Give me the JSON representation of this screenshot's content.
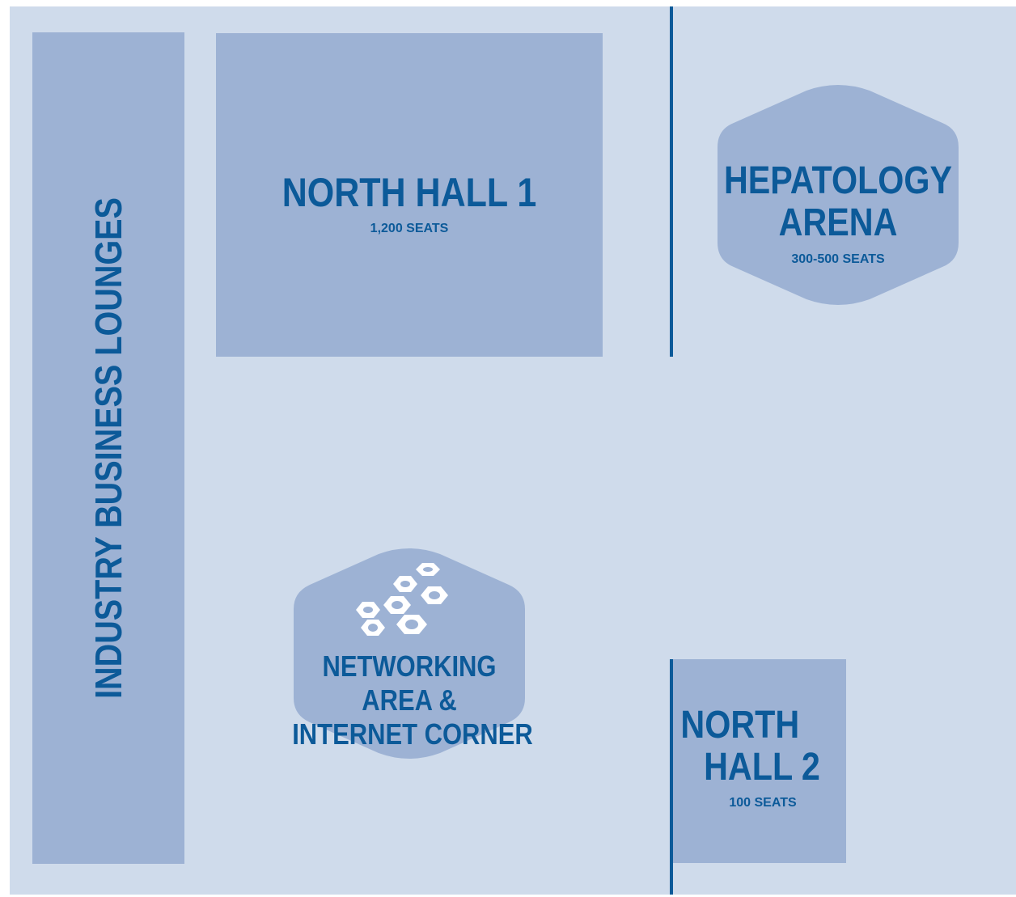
{
  "colors": {
    "floor": "#cfdbeb",
    "zone": "#9db2d4",
    "text": "#0c5a99",
    "wall": "#0c5a99",
    "icon": "#ffffff"
  },
  "zones": {
    "lounges": {
      "name": "INDUSTRY BUSINESS LOUNGES"
    },
    "north_hall_1": {
      "name": "NORTH HALL 1",
      "capacity": "1,200 SEATS"
    },
    "hepatology_arena": {
      "line1": "HEPATOLOGY",
      "line2": "ARENA",
      "capacity": "300-500 SEATS"
    },
    "networking": {
      "line1": "NETWORKING",
      "line2": "AREA &",
      "line3": "INTERNET CORNER",
      "icon": "network-nodes-icon"
    },
    "north_hall_2": {
      "line1": "NORTH",
      "line2": "HALL 2",
      "capacity": "100 SEATS"
    }
  }
}
